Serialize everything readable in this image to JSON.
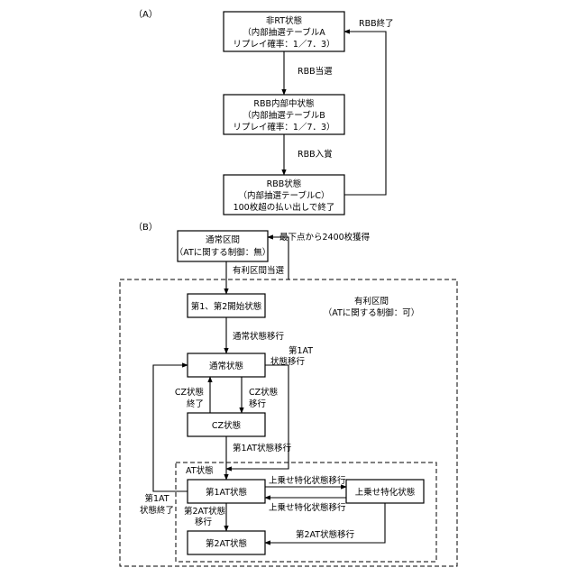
{
  "section_a": {
    "label": "（A）",
    "nodes": {
      "non_rt": [
        "非RT状態",
        "（内部抽選テーブルA",
        "リプレイ確率：1／7．3）"
      ],
      "rbb_internal": [
        "RBB内部中状態",
        "（内部抽選テーブルB",
        "リプレイ確率：1／7．3）"
      ],
      "rbb": [
        "RBB状態",
        "（内部抽選テーブルC）",
        "100枚超の払い出しで終了"
      ]
    },
    "edges": {
      "rbb_win": "RBB当選",
      "rbb_enter": "RBB入賞",
      "rbb_end": "RBB終了"
    }
  },
  "section_b": {
    "label": "（B）",
    "normal_section": [
      "通常区間",
      "（ATに関する制御：無）"
    ],
    "advantage_region": [
      "有利区間",
      "（ATに関する制御：可）"
    ],
    "at_region": "AT状態",
    "nodes": {
      "start": "第1、第2開始状態",
      "normal": "通常状態",
      "cz": "CZ状態",
      "at1": "第1AT状態",
      "special": "上乗せ特化状態",
      "at2": "第2AT状態"
    },
    "edges": {
      "bottom_point": "最下点から2400枚獲得",
      "adv_win": "有利区間当選",
      "to_normal": "通常状態移行",
      "to_at1_from_normal": [
        "第1AT",
        "状態移行"
      ],
      "cz_end": [
        "CZ状態",
        "終了"
      ],
      "to_cz": [
        "CZ状態",
        "移行"
      ],
      "to_at1_from_cz": "第1AT状態移行",
      "to_special": "上乗せ特化状態移行",
      "to_at1_from_special": "上乗せ特化状態移行",
      "at1_end": [
        "第1AT",
        "状態終了"
      ],
      "to_at2_from_at1": [
        "第2AT状態",
        "移行"
      ],
      "to_at2_from_special": "第2AT状態移行"
    }
  }
}
